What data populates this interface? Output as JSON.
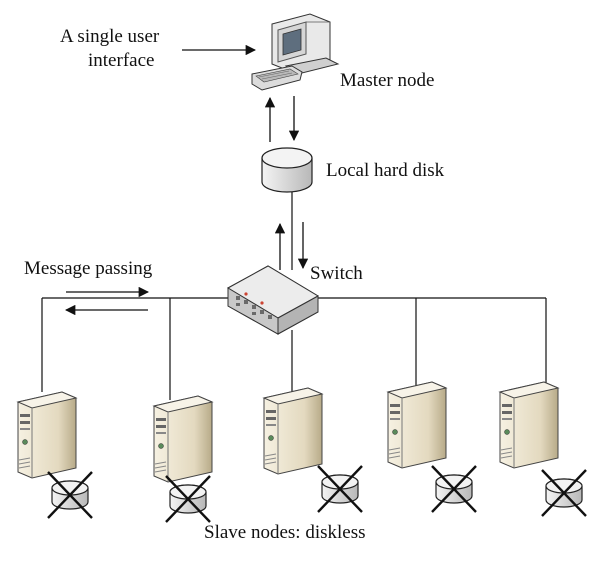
{
  "labels": {
    "user_interface_line1": "A single user",
    "user_interface_line2": "interface",
    "master_node": "Master node",
    "local_disk": "Local hard disk",
    "switch": "Switch",
    "message_passing": "Message passing",
    "slave_nodes": "Slave nodes: diskless"
  },
  "icons": {
    "master": "desktop-computer-icon",
    "disk": "hard-disk-icon",
    "switch": "network-switch-icon",
    "slave": "tower-server-icon",
    "no_disk": "crossed-disk-icon"
  },
  "colors": {
    "line": "#111111",
    "server_body": "#e8e0c8",
    "server_shadow": "#b9ac8a",
    "switch_body": "#d8d8d8"
  }
}
